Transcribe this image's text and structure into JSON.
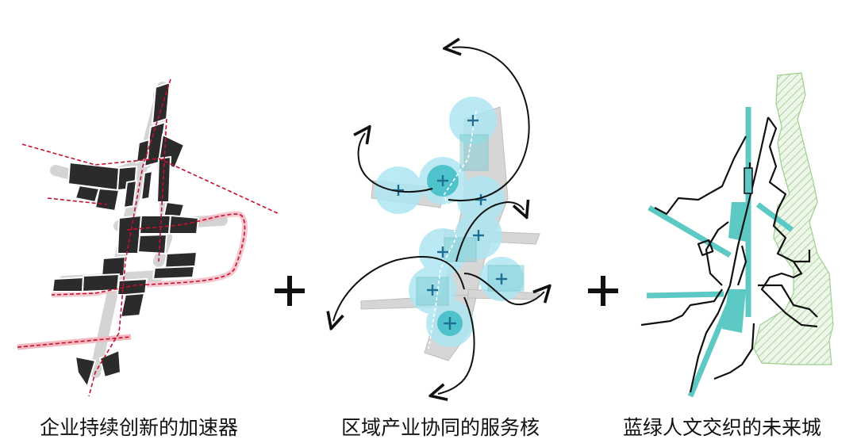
{
  "panels": [
    {
      "caption": "企业持续创新的加速器"
    },
    {
      "caption": "区域产业协同的服务核"
    },
    {
      "caption": "蓝绿人文交织的未来城"
    }
  ],
  "colors": {
    "building": "#2b2b2b",
    "building_stroke": "#ffffff",
    "street_grey": "#cfcfcf",
    "red_dash": "#c8102e",
    "pink_band": "#f2b7bf",
    "teal": "#5cc9c5",
    "halo": "#aee6f1",
    "plus_blue": "#1e6f95",
    "hatch_green": "#9ccf8c",
    "ink": "#111111"
  },
  "icons": [
    "plus-icon",
    "plus-icon"
  ]
}
